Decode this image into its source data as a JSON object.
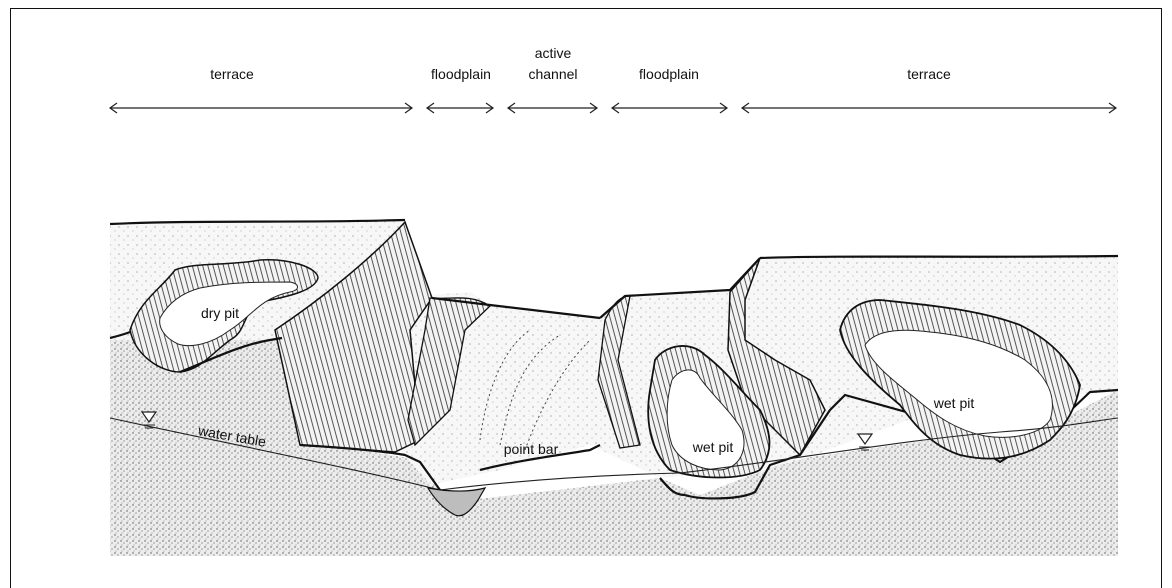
{
  "zones": {
    "terrace_left": "terrace",
    "floodplain_left": "floodplain",
    "active_channel_line1": "active",
    "active_channel_line2": "channel",
    "floodplain_right": "floodplain",
    "terrace_right": "terrace"
  },
  "features": {
    "dry_pit": "dry pit",
    "water_table": "water table",
    "point_bar": "point bar",
    "wet_pit_center": "wet pit",
    "wet_pit_right": "wet pit"
  }
}
